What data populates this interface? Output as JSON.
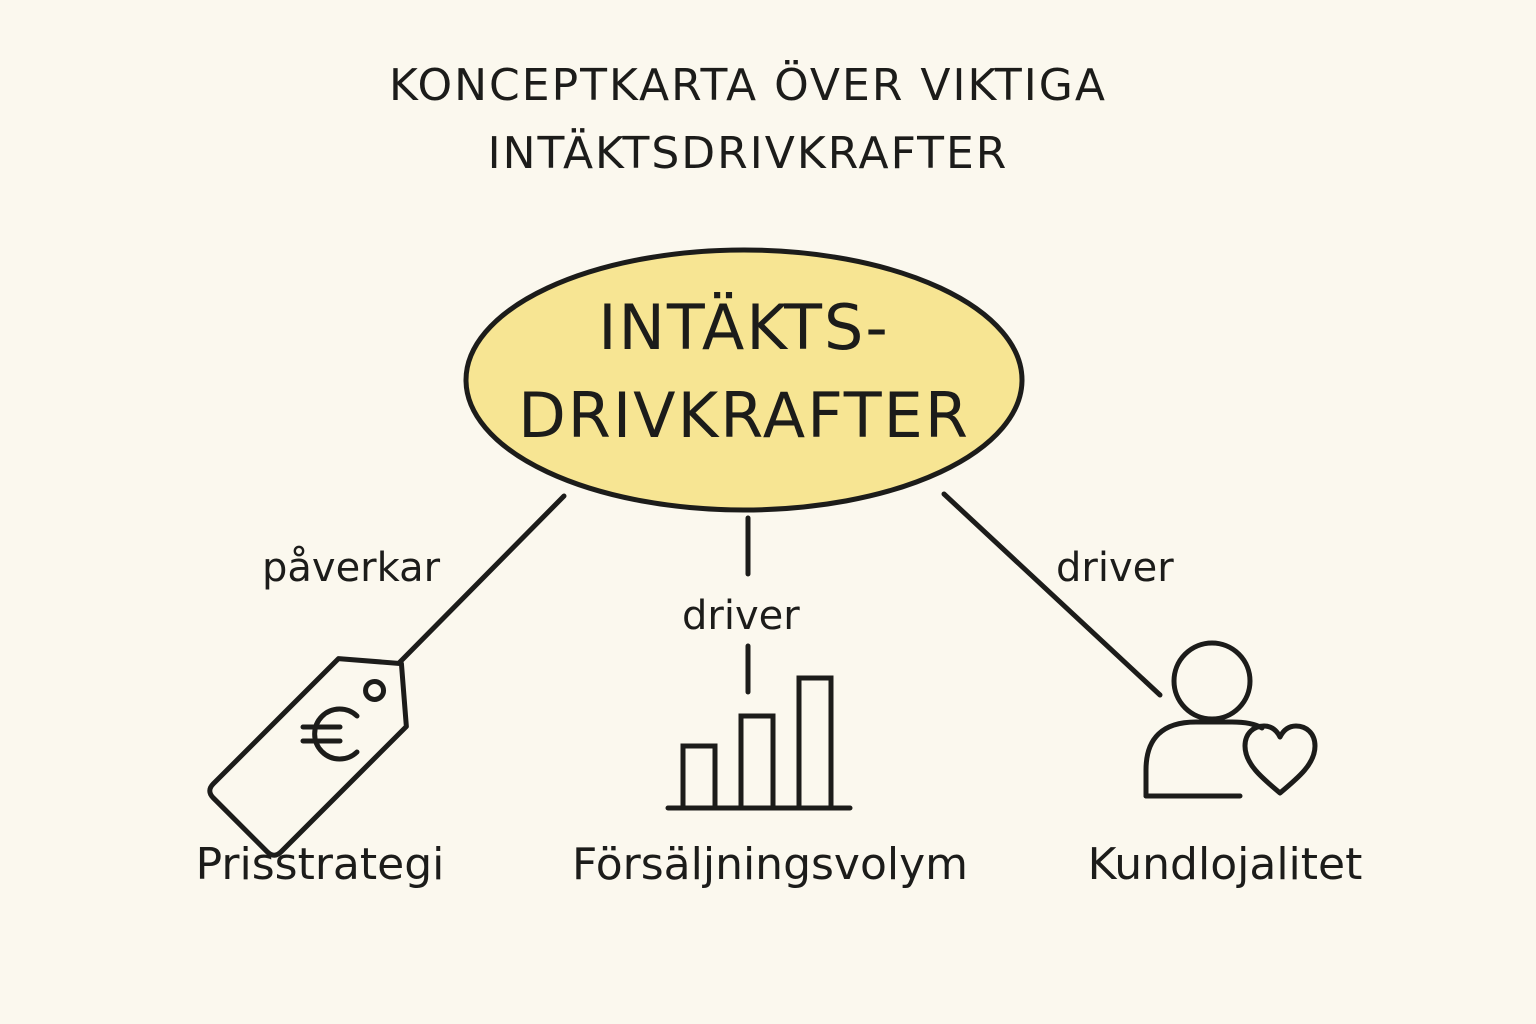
{
  "title": {
    "line1": "KONCEPTKARTA ÖVER VIKTIGA",
    "line2": "INTÄKTSDRIVKRAFTER"
  },
  "center": {
    "line1": "INTÄKTS-",
    "line2": "DRIVKRAFTER",
    "fill_color": "#f7e593"
  },
  "edges": [
    {
      "label": "påverkar",
      "target": "Prisstrategi"
    },
    {
      "label": "driver",
      "target": "Försäljningsvolym"
    },
    {
      "label": "driver",
      "target": "Kundlojalitet"
    }
  ],
  "nodes": [
    {
      "label": "Prisstrategi",
      "icon": "euro-price-tag-icon"
    },
    {
      "label": "Försäljningsvolym",
      "icon": "bar-chart-icon"
    },
    {
      "label": "Kundlojalitet",
      "icon": "person-heart-icon"
    }
  ],
  "colors": {
    "background": "#fbf8ee",
    "ink": "#1c1c1a"
  }
}
